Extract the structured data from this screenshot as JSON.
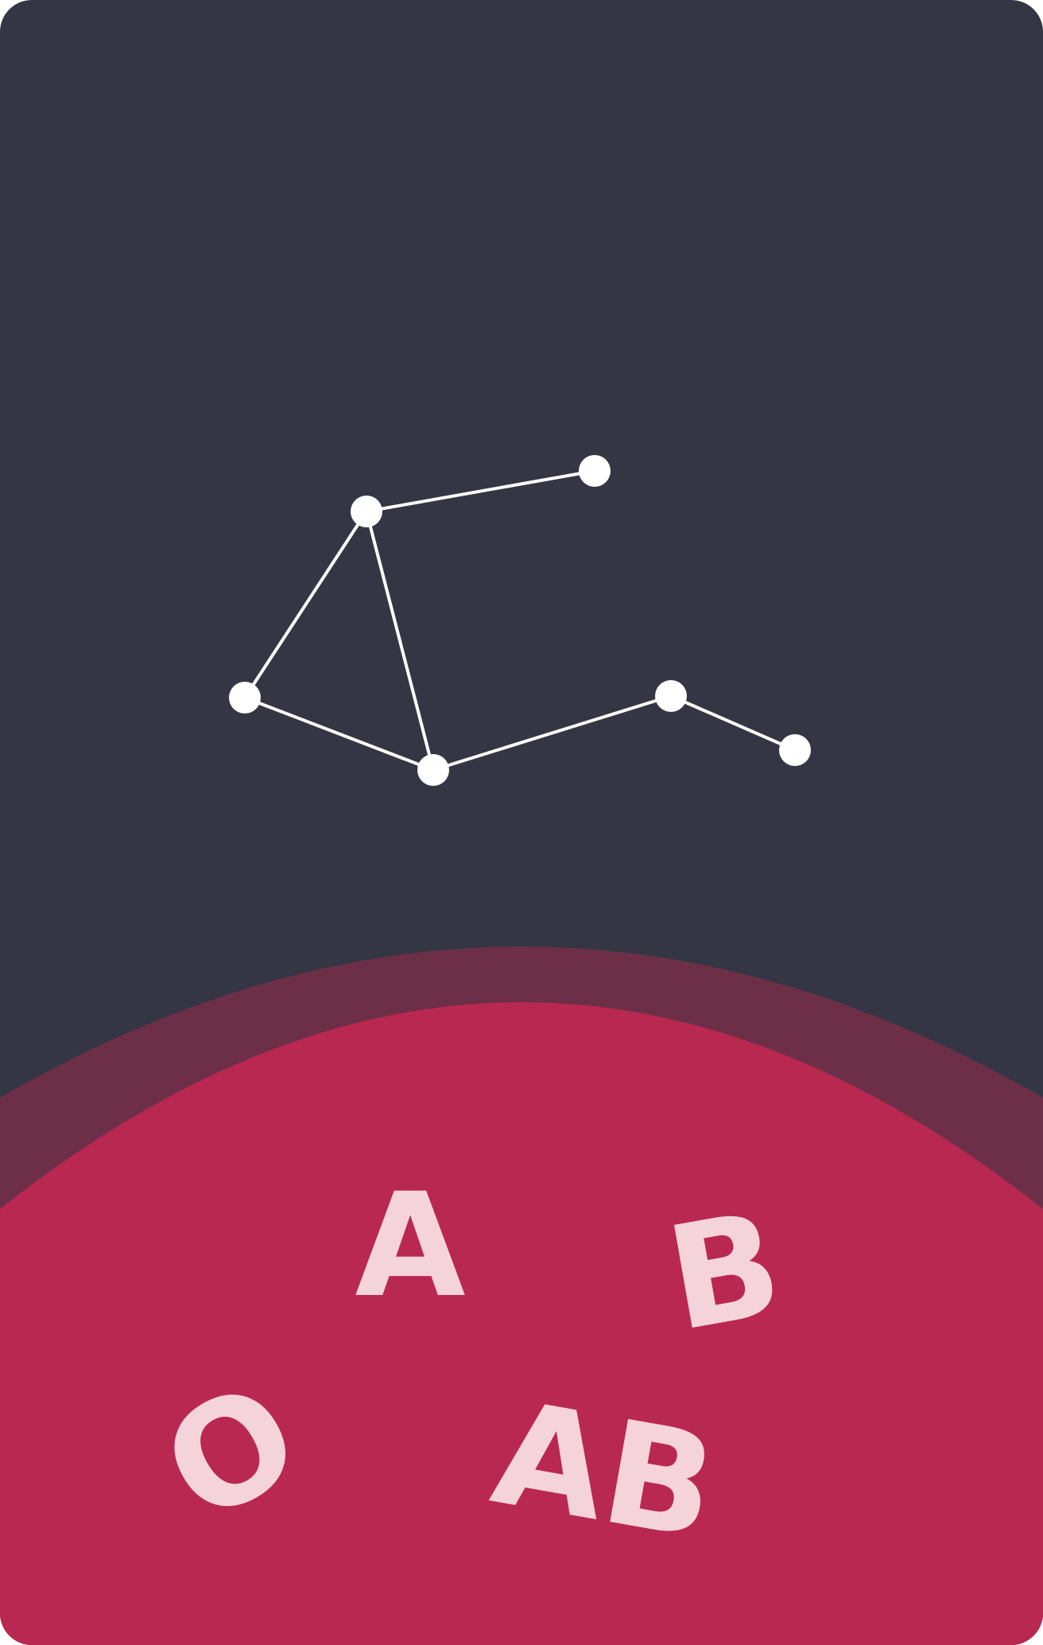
{
  "colors": {
    "background": "#343643",
    "halo": "#6d2f48",
    "pool": "#b92851",
    "letters": "#f5d3da",
    "stars": "#ffffff",
    "lines": "#ffffff"
  },
  "blood_types": {
    "a": "A",
    "b": "B",
    "o": "O",
    "ab": "AB"
  }
}
